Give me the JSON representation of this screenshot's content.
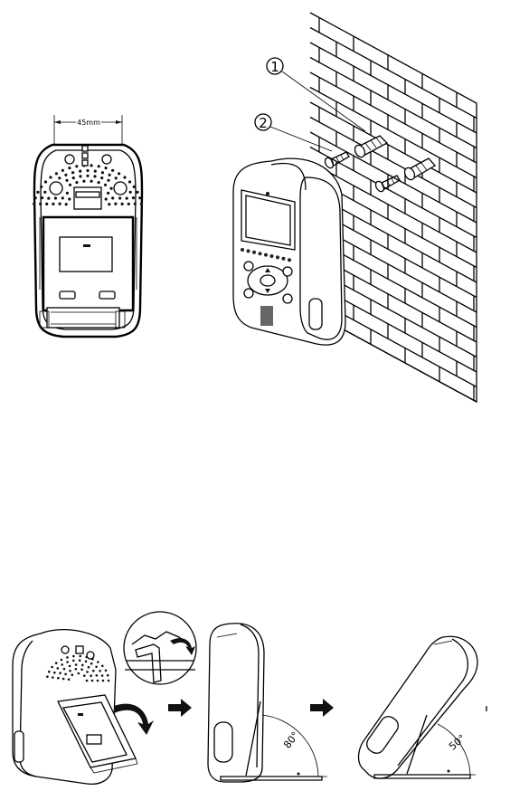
{
  "dimension": {
    "text": "45mm"
  },
  "callouts": [
    {
      "text": "1"
    },
    {
      "text": "2"
    }
  ],
  "angles": [
    {
      "text": "80°"
    },
    {
      "text": "50°"
    }
  ],
  "stand_steps": [
    "unfold-stand",
    "stand-at-80-degrees",
    "stand-at-50-degrees"
  ]
}
